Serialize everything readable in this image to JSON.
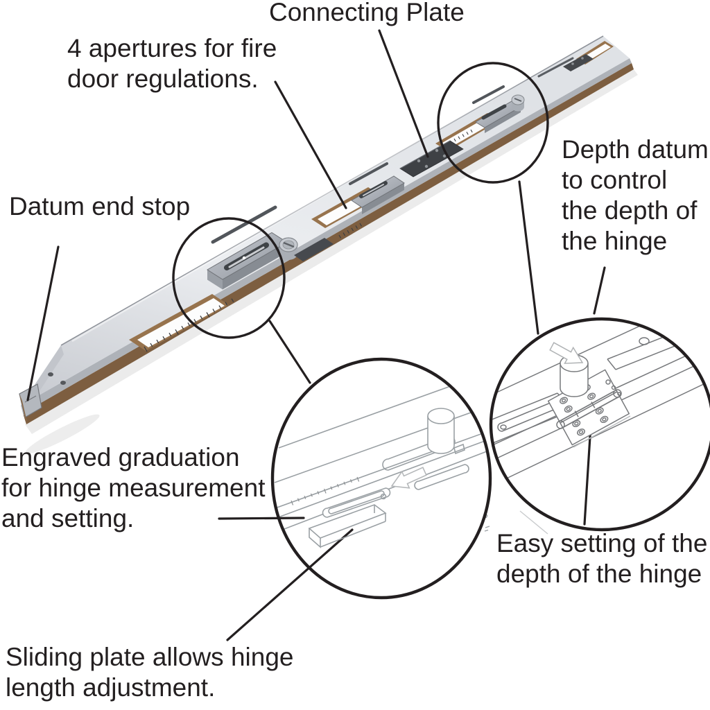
{
  "labels": {
    "connecting_plate": "Connecting Plate",
    "apertures": "4 apertures for fire\ndoor regulations.",
    "datum_end_stop": "Datum end stop",
    "depth_datum": "Depth datum\nto control\nthe depth of\nthe hinge",
    "engraved_graduation": "Engraved graduation\nfor hinge measurement\nand setting.",
    "easy_setting": "Easy setting of the\ndepth of the hinge",
    "sliding_plate": "Sliding plate allows hinge\nlength adjustment."
  },
  "colors": {
    "ink": "#231f20",
    "bar_top_light": "#eceef1",
    "bar_top_dark": "#c6c9cf",
    "bar_side": "#aeb2b8",
    "edge_brown": "#7d5e40",
    "edge_brown_light": "#97734d",
    "plate_dark": "#3e4145",
    "metal_mid": "#a9aeb6",
    "metal_light": "#c9ccd2",
    "slot_dark": "#46494e",
    "sketch": "#9aa0a4",
    "sketch_dark": "#77797c",
    "background": "#ffffff"
  }
}
